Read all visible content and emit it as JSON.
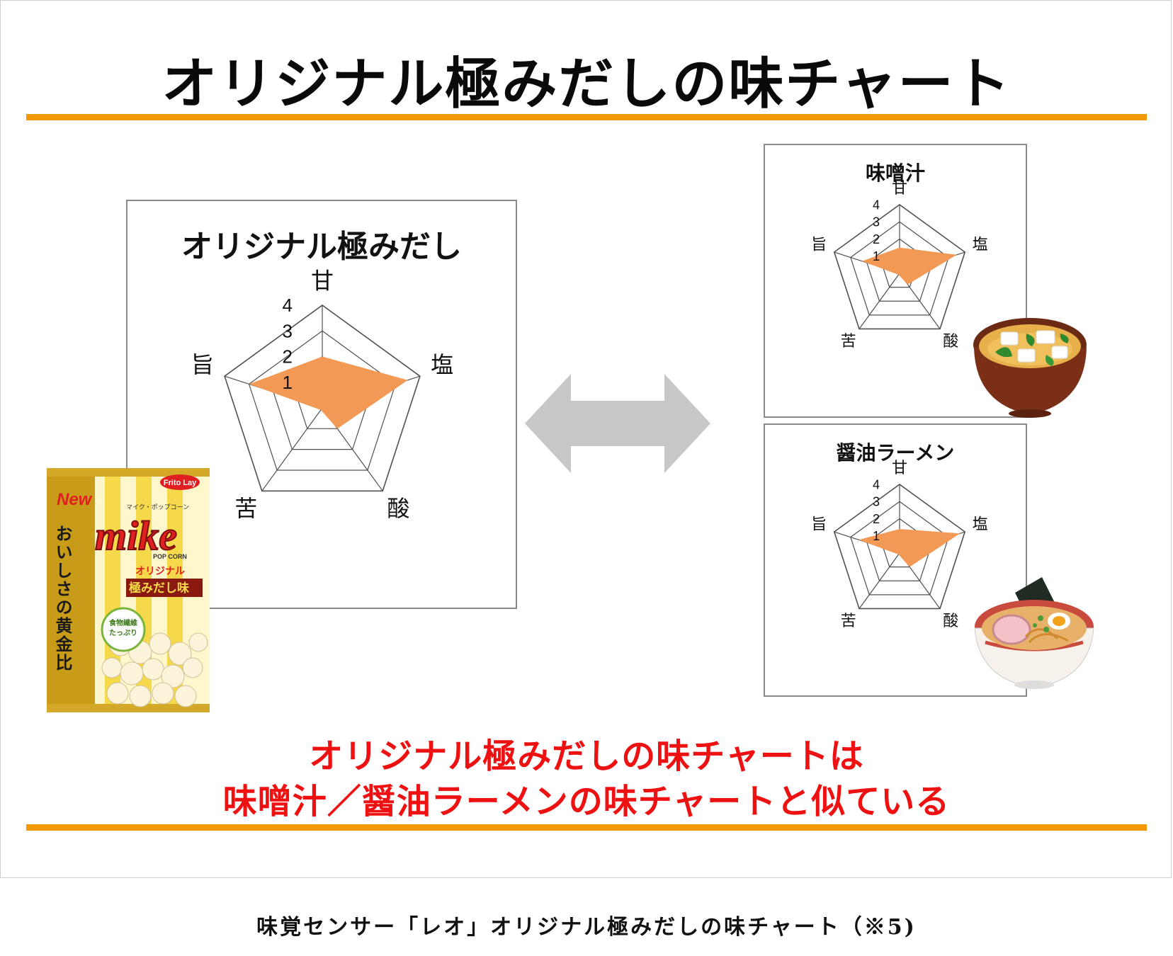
{
  "title": "オリジナル極みだしの味チャート",
  "colors": {
    "accent_rule": "#f39800",
    "fill": "#f29a55",
    "grid": "#505050",
    "conclusion": "#ee1111",
    "arrow": "#c8c8c8"
  },
  "chart_data": [
    {
      "type": "radar",
      "title": "オリジナル極みだし",
      "axes": [
        "甘",
        "塩",
        "酸",
        "苦",
        "旨"
      ],
      "scale_labels": [
        "1",
        "2",
        "3",
        "4"
      ],
      "rmax": 4,
      "values": [
        2.0,
        3.5,
        1.0,
        0.1,
        3.0
      ]
    },
    {
      "type": "radar",
      "title": "味噌汁",
      "axes": [
        "甘",
        "塩",
        "酸",
        "苦",
        "旨"
      ],
      "scale_labels": [
        "1",
        "2",
        "3",
        "4"
      ],
      "rmax": 4,
      "values": [
        1.5,
        3.5,
        0.8,
        0.1,
        2.3
      ]
    },
    {
      "type": "radar",
      "title": "醤油ラーメン",
      "axes": [
        "甘",
        "塩",
        "酸",
        "苦",
        "旨"
      ],
      "scale_labels": [
        "1",
        "2",
        "3",
        "4"
      ],
      "rmax": 4,
      "values": [
        1.4,
        3.7,
        1.0,
        0.1,
        2.5
      ]
    }
  ],
  "product": {
    "new_badge": "New",
    "brand": "mike",
    "brand_sub": "POP CORN",
    "brand_kana": "マイク・ポップコーン",
    "maker": "Frito Lay",
    "slogan": "おいしさの黄金比",
    "flavor_top": "オリジナル",
    "flavor_main": "極みだし味",
    "fiber_badge_1": "食物繊維",
    "fiber_badge_2": "たっぷり"
  },
  "conclusion": {
    "line1": "オリジナル極みだしの味チャートは",
    "line2": "味噌汁／醤油ラーメンの味チャートと似ている"
  },
  "caption": "味覚センサー「レオ」オリジナル極みだしの味チャート（※5)"
}
